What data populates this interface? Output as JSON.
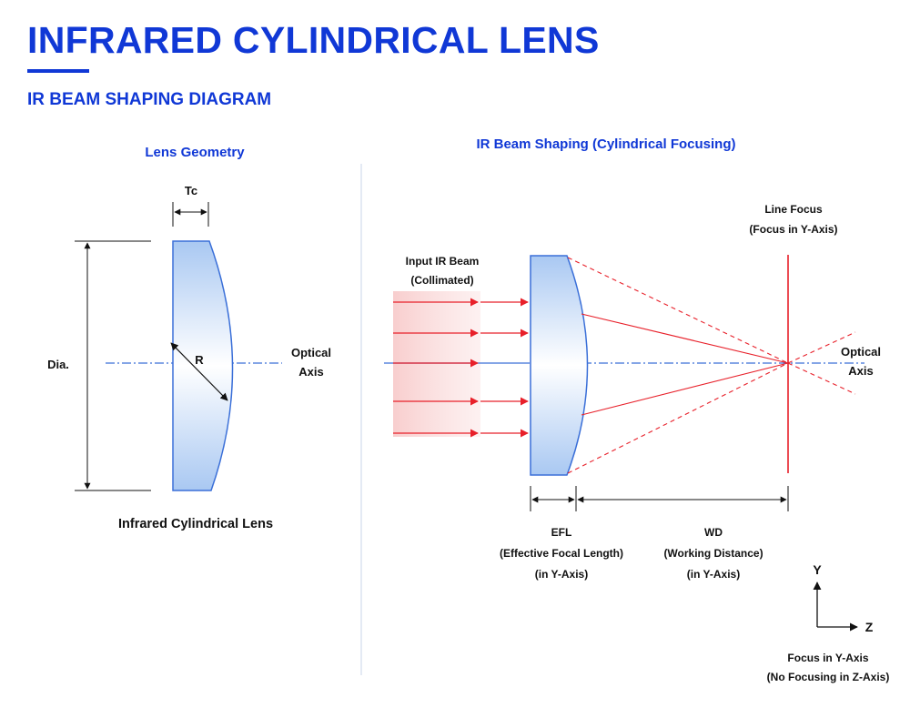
{
  "header": {
    "title": "INFRARED CYLINDRICAL LENS",
    "subtitle": "IR BEAM SHAPING DIAGRAM"
  },
  "left_panel": {
    "heading": "Lens Geometry",
    "thickness_label": "Tc",
    "diameter_label": "Dia.",
    "radius_label": "R",
    "optical_axis_line1": "Optical",
    "optical_axis_line2": "Axis",
    "caption": "Infrared Cylindrical Lens"
  },
  "right_panel": {
    "heading": "IR Beam Shaping (Cylindrical Focusing)",
    "input_beam_line1": "Input IR Beam",
    "input_beam_line2": "(Collimated)",
    "line_focus_line1": "Line Focus",
    "line_focus_line2": "(Focus in Y-Axis)",
    "optical_axis_line1": "Optical",
    "optical_axis_line2": "Axis",
    "efl_line1": "EFL",
    "efl_line2": "(Effective Focal Length)",
    "efl_line3": "(in Y-Axis)",
    "wd_line1": "WD",
    "wd_line2": "(Working Distance)",
    "wd_line3": "(in Y-Axis)",
    "axis_y": "Y",
    "axis_z": "Z",
    "note_line1": "Focus in Y-Axis",
    "note_line2": "(No Focusing in Z-Axis)"
  },
  "colors": {
    "brand_blue": "#1038d6",
    "beam_red": "#e8202a",
    "axis_blue": "#3a6fd8",
    "lens_fill": "#bcd4f5",
    "lens_edge": "#3a6fd8"
  }
}
